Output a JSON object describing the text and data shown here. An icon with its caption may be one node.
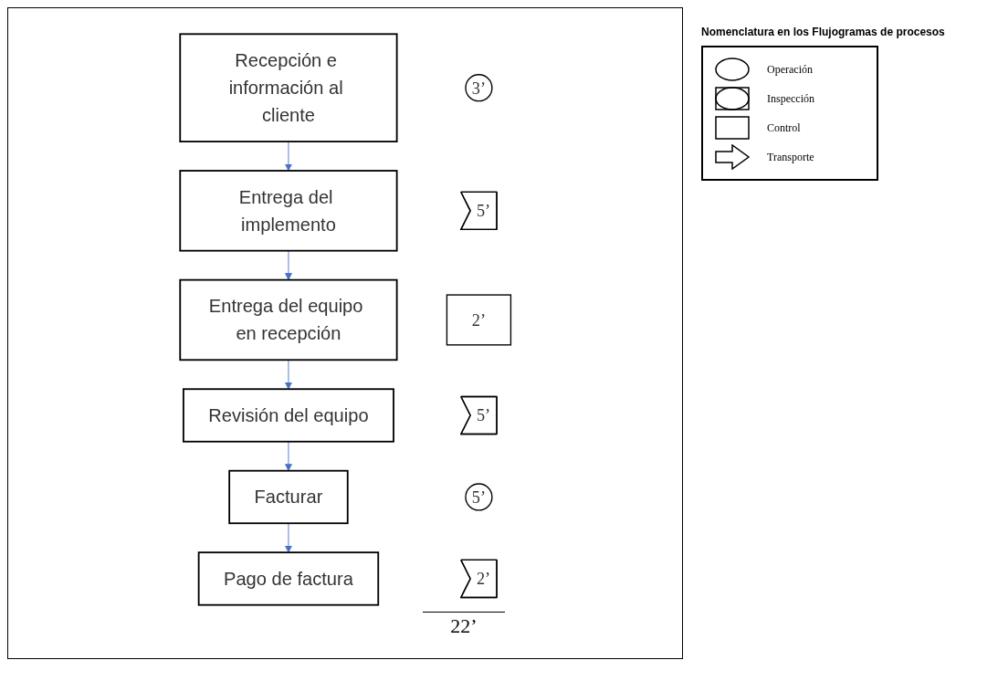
{
  "diagram": {
    "nodes": [
      {
        "text": [
          "Recepción e información al cliente"
        ]
      },
      {
        "text": [
          "3’"
        ]
      },
      {
        "text": [
          "Entrega del implemento"
        ]
      },
      {
        "text": [
          "5’"
        ]
      },
      {
        "text": [
          "Entrega del equipo en recepción"
        ]
      },
      {
        "text": [
          "2’"
        ]
      },
      {
        "text": [
          "Revisión del equipo"
        ]
      },
      {
        "text": [
          "5’"
        ]
      },
      {
        "text": [
          "Facturar"
        ]
      },
      {
        "text": [
          "5’"
        ]
      },
      {
        "text": [
          "Pago de factura"
        ]
      },
      {
        "text": [
          "2’"
        ]
      }
    ],
    "edges": [
      {
        "from": 0,
        "to": 2,
        "arrow": "to"
      },
      {
        "from": 2,
        "to": 4,
        "arrow": "to"
      },
      {
        "from": 4,
        "to": 6,
        "arrow": "to"
      },
      {
        "from": 6,
        "to": 8,
        "arrow": "to"
      },
      {
        "from": 8,
        "to": 10,
        "arrow": "to"
      }
    ],
    "labels": [
      "22’",
      "Nomenclatura en los Flujogramas de procesos"
    ],
    "legend": [
      {
        "text": "Operación"
      },
      {
        "text": "Inspección"
      },
      {
        "text": "Control"
      },
      {
        "text": "Transporte"
      }
    ]
  }
}
